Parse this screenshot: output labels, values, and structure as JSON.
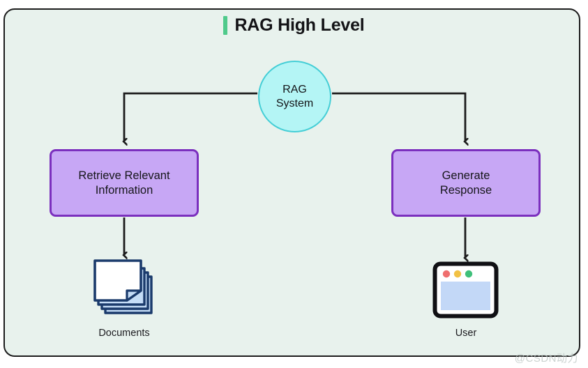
{
  "header": {
    "title": "RAG High Level",
    "accent_color": "#4fca8b"
  },
  "theme": {
    "background": "#e8f2ed",
    "frame_border": "#1c1c1c",
    "node_fill": "#b4f5f5",
    "node_border": "#44ced6",
    "box_fill": "#c7a7f5",
    "box_border": "#7b2fbe",
    "connector": "#1c1c1c",
    "document_page": "#c5ddf7",
    "document_outline": "#1a3a6b",
    "window_panel": "#c3d8f7"
  },
  "diagram": {
    "type": "flowchart",
    "root": {
      "id": "rag-system",
      "label": "RAG\nSystem",
      "line1": "RAG",
      "line2": "System",
      "shape": "circle"
    },
    "branches": [
      {
        "id": "retrieve",
        "shape": "rounded-rect",
        "line1": "Retrieve Relevant",
        "line2": "Information",
        "terminal": {
          "id": "documents",
          "icon": "documents-stack-icon",
          "label": "Documents"
        }
      },
      {
        "id": "generate",
        "shape": "rounded-rect",
        "line1": "Generate",
        "line2": "Response",
        "terminal": {
          "id": "user",
          "icon": "browser-window-icon",
          "label": "User"
        }
      }
    ]
  },
  "watermark": {
    "text": "@CSDN动力"
  }
}
